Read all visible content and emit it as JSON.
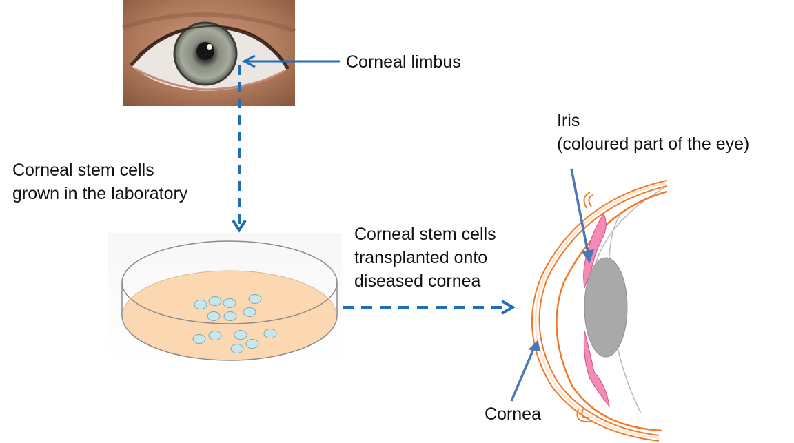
{
  "labels": {
    "corneal_limbus": "Corneal limbus",
    "lab_line1": "Corneal stem cells",
    "lab_line2": "grown in the laboratory",
    "transplant_line1": "Corneal stem cells",
    "transplant_line2": "transplanted onto",
    "transplant_line3": "diseased cornea",
    "iris_line1": "Iris",
    "iris_line2": "(coloured part of the eye)",
    "cornea": "Cornea"
  },
  "colors": {
    "arrow_blue": "#1f6db8",
    "pointer_blue": "#4a78b5",
    "dish_fill": "#fbd8b2",
    "cell_fill": "#c9e6ea",
    "cornea_orange": "#f07a2a",
    "iris_pink": "#f48bb6",
    "lens_gray": "#a9a9a9"
  }
}
